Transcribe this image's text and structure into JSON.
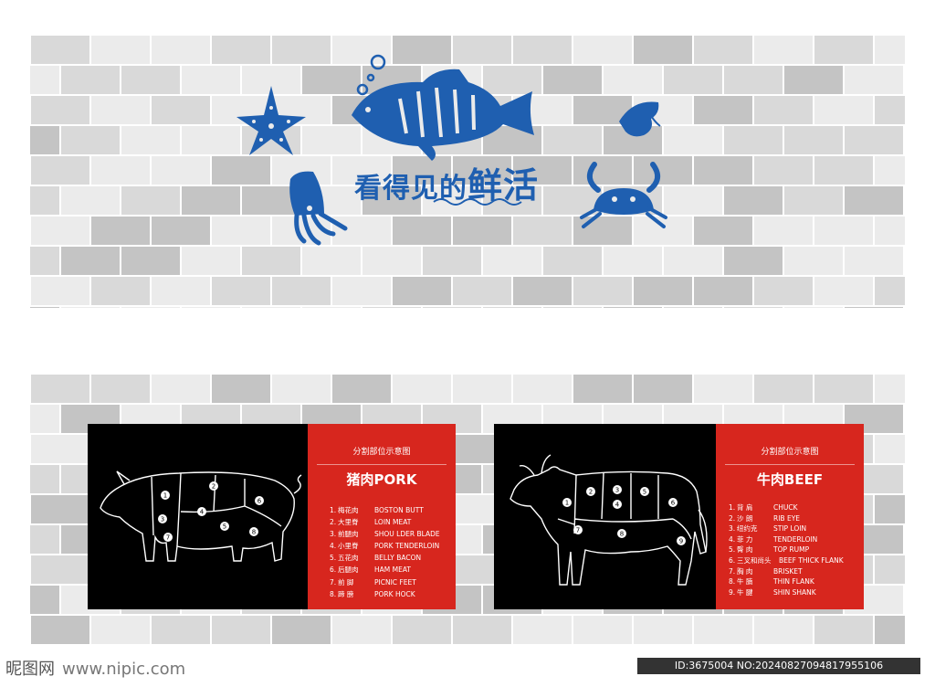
{
  "top_panel": {
    "title_part1": "看得见的",
    "title_part2": "鲜活",
    "icons": [
      "starfish-icon",
      "fish-icon",
      "shrimp-icon",
      "squid-icon",
      "crab-icon",
      "bubbles-icon",
      "wave-icon"
    ]
  },
  "pork": {
    "subtitle": "分割部位示意图",
    "heading": "猪肉PORK",
    "part_numbers": [
      "1",
      "2",
      "3",
      "4",
      "5",
      "6",
      "7",
      "8"
    ],
    "parts": [
      {
        "num": "1.",
        "zh": "梅花肉",
        "en": "BOSTON BUTT"
      },
      {
        "num": "2.",
        "zh": "大里脊",
        "en": "LOIN MEAT"
      },
      {
        "num": "3.",
        "zh": "前腿肉",
        "en": "SHOU LDER BLADE"
      },
      {
        "num": "4.",
        "zh": "小里脊",
        "en": "PORK TENDERLOIN"
      },
      {
        "num": "5.",
        "zh": "五花肉",
        "en": "BELLY BACON"
      },
      {
        "num": "6.",
        "zh": "后腿肉",
        "en": "HAM MEAT"
      },
      {
        "num": "7.",
        "zh": "前 脚",
        "en": "PICNIC FEET"
      },
      {
        "num": "8.",
        "zh": "蹄 膀",
        "en": "PORK HOCK"
      }
    ]
  },
  "beef": {
    "subtitle": "分割部位示意图",
    "heading": "牛肉BEEF",
    "part_numbers": [
      "1",
      "2",
      "3",
      "4",
      "5",
      "6",
      "7",
      "8",
      "9"
    ],
    "parts": [
      {
        "num": "1.",
        "zh": "背 肩",
        "en": "CHUCK"
      },
      {
        "num": "2.",
        "zh": "沙 朗",
        "en": "RIB EYE"
      },
      {
        "num": "3.",
        "zh": "纽约克",
        "en": "STIP LOIN"
      },
      {
        "num": "4.",
        "zh": "菲 力",
        "en": "TENDERLOIN"
      },
      {
        "num": "5.",
        "zh": "臀 肉",
        "en": "TOP RUMP"
      },
      {
        "num": "6.",
        "zh": "三叉和尚头",
        "en": "BEEF THICK FLANK"
      },
      {
        "num": "7.",
        "zh": "胸 肉",
        "en": "BRISKET"
      },
      {
        "num": "8.",
        "zh": "牛 腩",
        "en": "THIN FLANK"
      },
      {
        "num": "9.",
        "zh": "牛 腱",
        "en": "SHIN SHANK"
      }
    ]
  },
  "watermark": {
    "site": "昵图网",
    "url": "www.nipic.com",
    "id": "ID:3675004 NO:20240827094817955106"
  },
  "colors": {
    "brick_light": "#ebebeb",
    "brick_mid": "#d9d9d9",
    "brick_dark": "#c4c4c4",
    "accent_blue": "#1f5fb0",
    "accent_red": "#d7261e",
    "card_black": "#000000"
  }
}
